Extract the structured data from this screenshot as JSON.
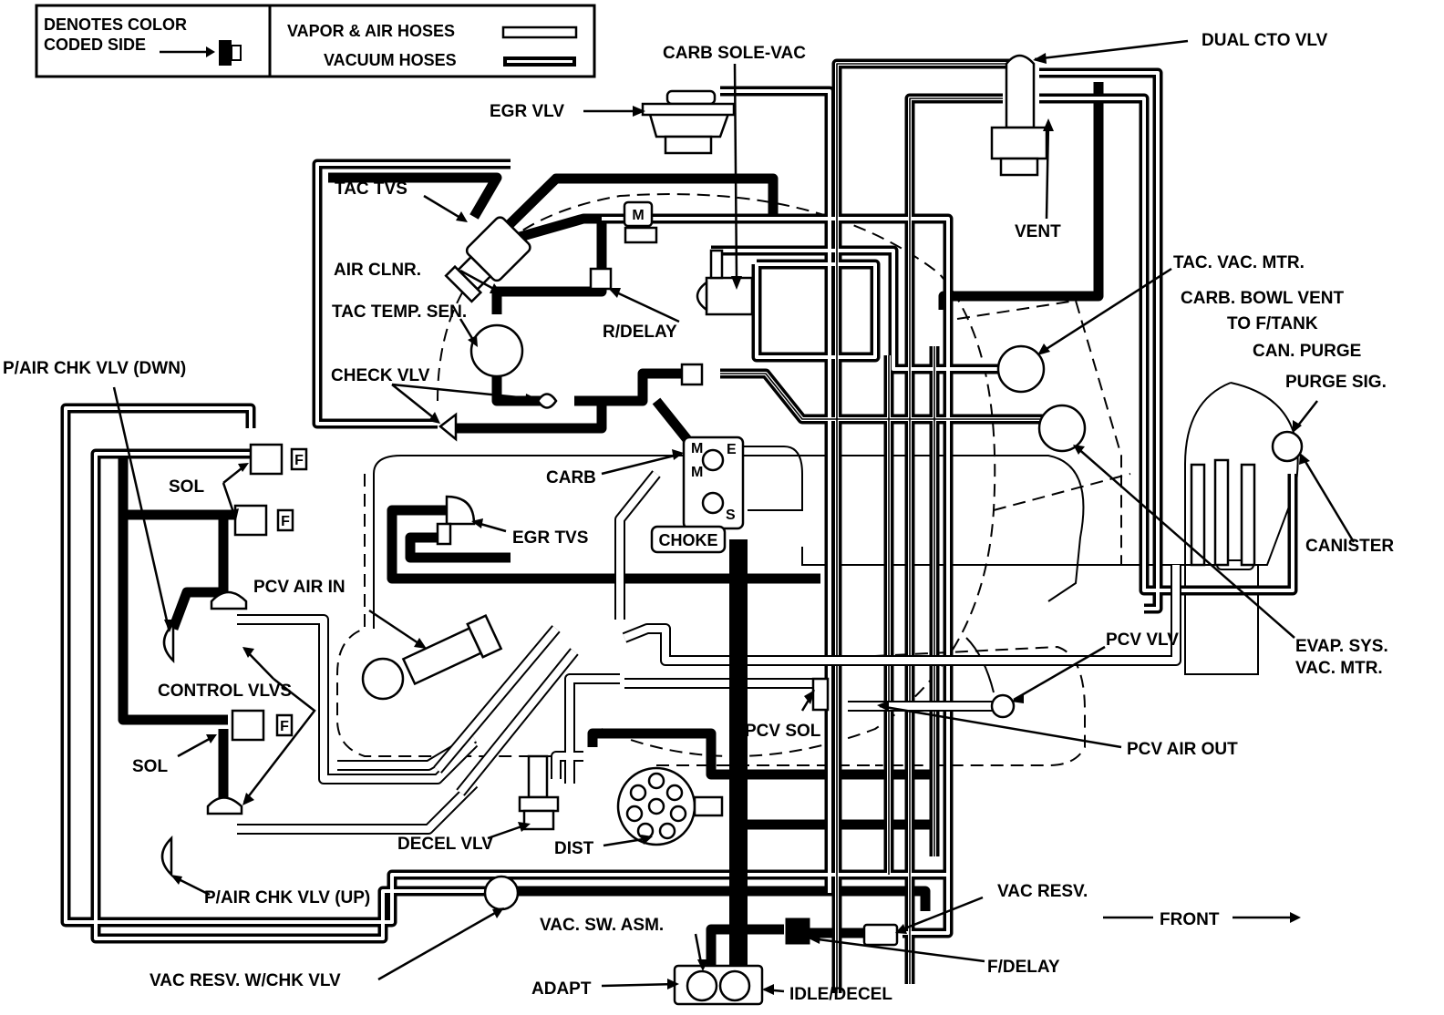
{
  "legend": {
    "color_coded": "DENOTES COLOR\nCODED SIDE",
    "color_coded_line1": "DENOTES COLOR",
    "color_coded_line2": "CODED SIDE",
    "vapor_air": "VAPOR & AIR HOSES",
    "vacuum": "VACUUM HOSES"
  },
  "labels": {
    "carb_sole_vac": "CARB SOLE-VAC",
    "dual_cto_vlv": "DUAL CTO VLV",
    "egr_vlv": "EGR VLV",
    "tac_tvs": "TAC TVS",
    "vent": "VENT",
    "air_clnr": "AIR CLNR.",
    "tac_vac_mtr": "TAC. VAC. MTR.",
    "carb_bowl_vent": "CARB. BOWL VENT",
    "tac_temp_sen": "TAC TEMP. SEN.",
    "r_delay": "R/DELAY",
    "to_f_tank": "TO F/TANK",
    "can_purge": "CAN. PURGE",
    "p_air_chk_vlv_dwn": "P/AIR CHK VLV (DWN)",
    "check_vlv": "CHECK VLV",
    "purge_sig": "PURGE SIG.",
    "sol_top": "SOL",
    "carb": "CARB",
    "egr_tvs": "EGR TVS",
    "canister": "CANISTER",
    "choke": "CHOKE",
    "pcv_air_in": "PCV AIR IN",
    "pcv_vlv": "PCV VLV",
    "evap_sys_vac_mtr_1": "EVAP. SYS.",
    "evap_sys_vac_mtr_2": "VAC. MTR.",
    "control_vlvs": "CONTROL VLVS",
    "pcv_sol": "PCV SOL",
    "pcv_air_out": "PCV AIR OUT",
    "sol_bottom": "SOL",
    "decel_vlv": "DECEL VLV",
    "dist": "DIST",
    "p_air_chk_vlv_up": "P/AIR CHK VLV (UP)",
    "vac_resv": "VAC RESV.",
    "front": "FRONT",
    "vac_sw_asm": "VAC. SW. ASM.",
    "f_delay": "F/DELAY",
    "vac_resv_w_chk_vlv": "VAC RESV. W/CHK VLV",
    "adapt": "ADAPT",
    "idle_decel": "IDLE/DECEL"
  },
  "component_marks": {
    "filter": "F",
    "metering": "M",
    "carb_m": "M",
    "carb_e": "E",
    "carb_s": "S"
  }
}
